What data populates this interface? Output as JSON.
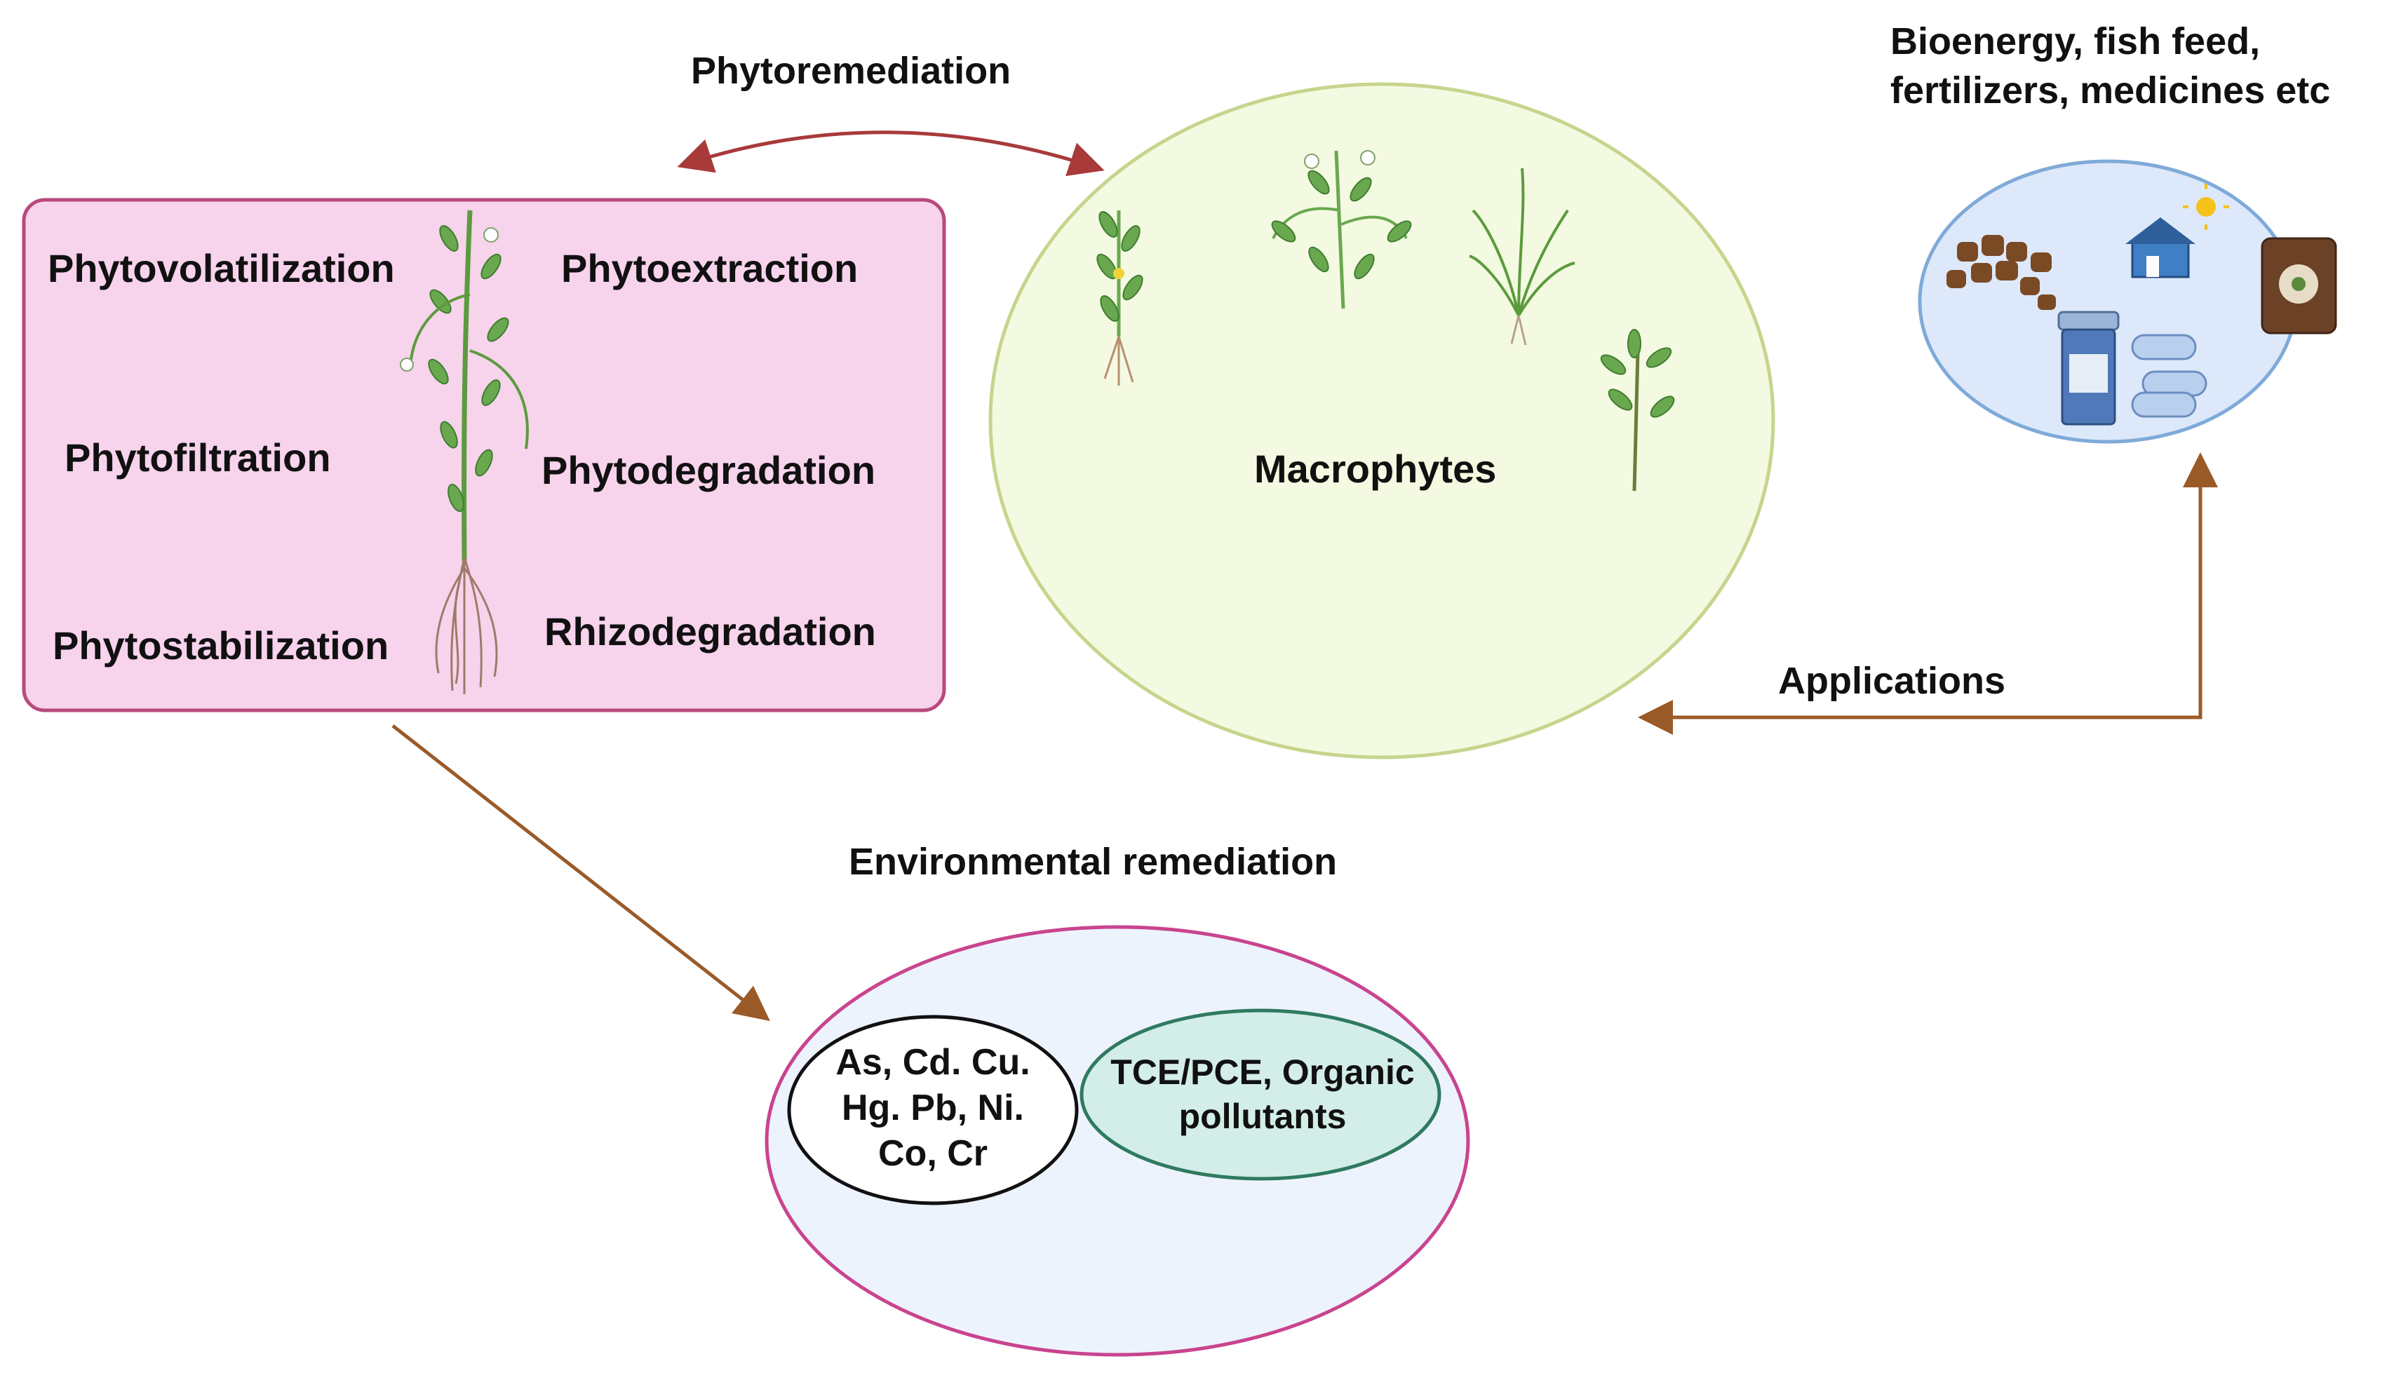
{
  "colors": {
    "methods_fill": "#f7d3ec",
    "methods_stroke": "#b8497d",
    "macro_fill": "#f4fae1",
    "macro_stroke": "#c6d58d",
    "app_fill": "#dde9fa",
    "app_stroke": "#7faad9",
    "env_fill": "#edf3fd",
    "env_stroke": "#c9448f",
    "metals_fill": "#ffffff",
    "metals_stroke": "#111111",
    "organic_fill": "#d3ede8",
    "organic_stroke": "#2f7a5f",
    "arrow_red": "#a83a3a",
    "arrow_brown": "#9a5a28"
  },
  "labels": {
    "phytoremediation": "Phytoremediation",
    "applications_title_line1": "Bioenergy, fish feed,",
    "applications_title_line2": "fertilizers, medicines etc",
    "applications": "Applications",
    "macrophytes": "Macrophytes",
    "environmental_remediation": "Environmental remediation"
  },
  "methods": {
    "phytovolatilization": "Phytovolatilization",
    "phytoextraction": "Phytoextraction",
    "phytofiltration": "Phytofiltration",
    "phytodegradation": "Phytodegradation",
    "phytostabilization": "Phytostabilization",
    "rhizodegradation": "Rhizodegradation"
  },
  "pollutants": {
    "metals_line1": "As, Cd. Cu.",
    "metals_line2": "Hg. Pb, Ni.",
    "metals_line3": "Co, Cr",
    "organic_line1": "TCE/PCE, Organic",
    "organic_line2": "pollutants"
  },
  "icons": [
    "plant-icon",
    "root-icon",
    "feed-pellets-icon",
    "house-icon",
    "sun-icon",
    "fertilizer-bag-icon",
    "pill-bottle-icon",
    "capsule-icon"
  ]
}
